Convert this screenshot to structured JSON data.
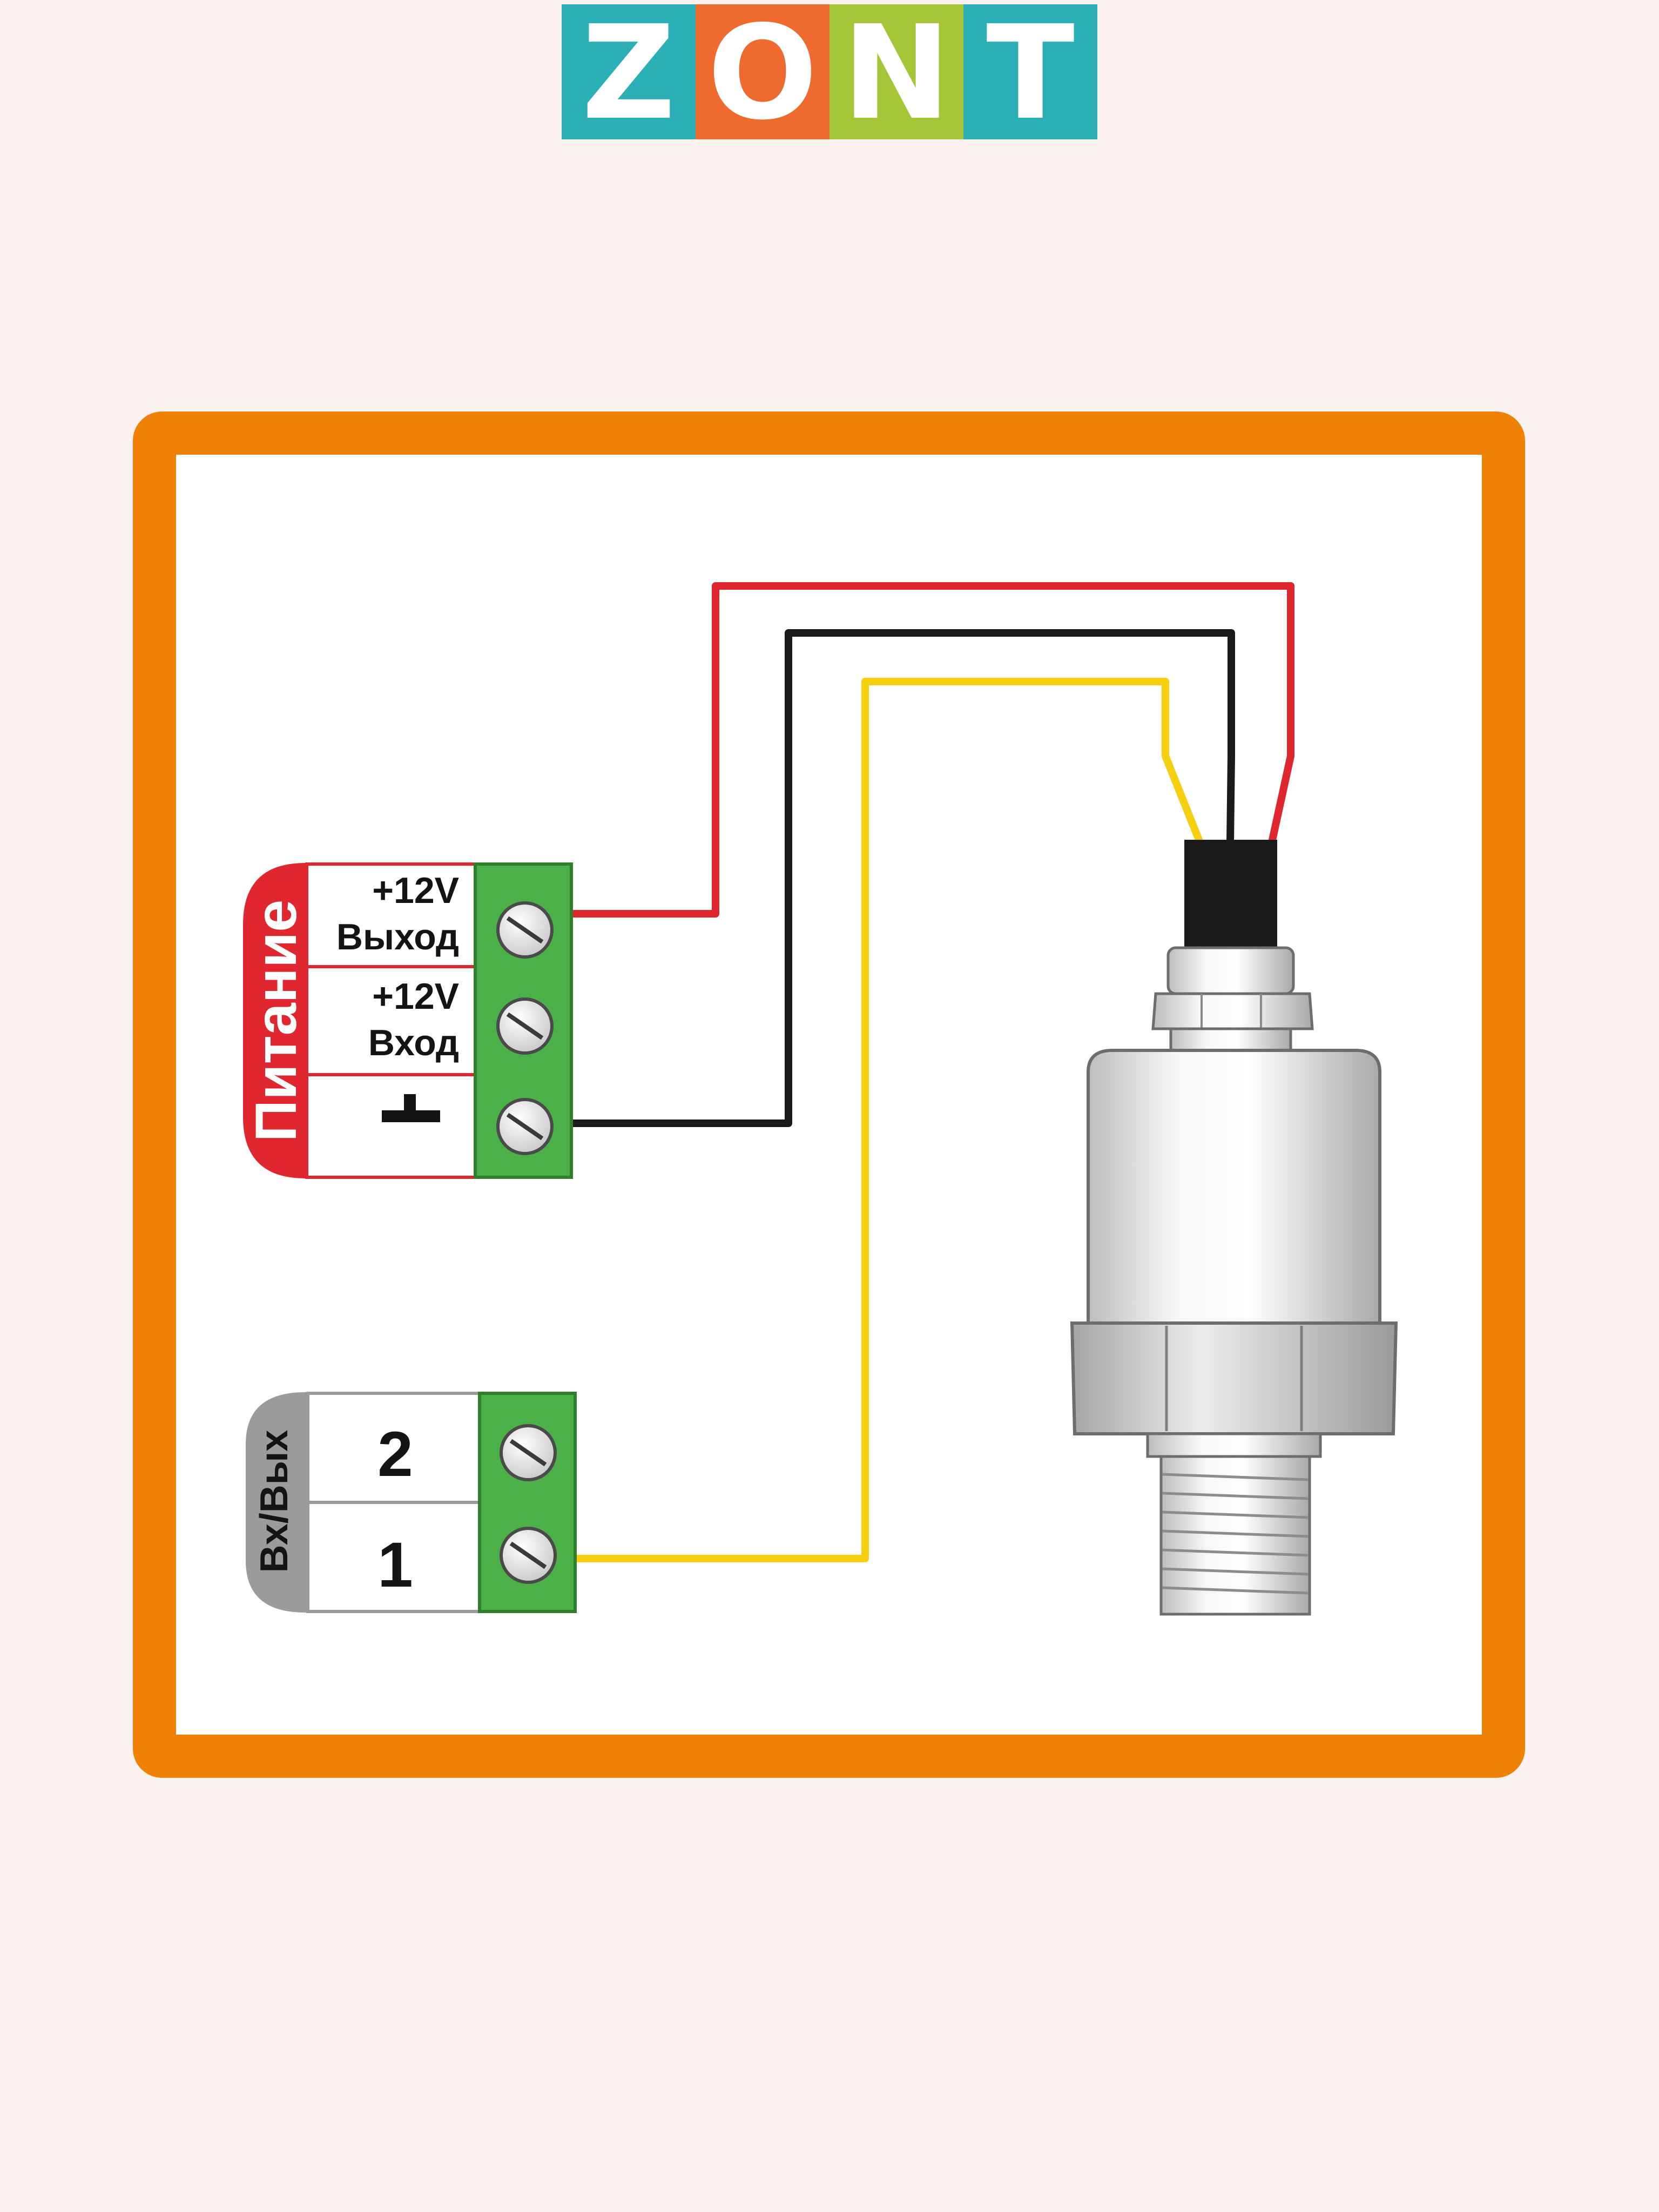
{
  "logo": {
    "text": "ZONT",
    "letters": [
      {
        "char": "Z",
        "color": "#2bb0b7"
      },
      {
        "char": "O",
        "color": "#ee6a2f"
      },
      {
        "char": "N",
        "color": "#a6c63a"
      },
      {
        "char": "T",
        "color": "#2bb0b7"
      }
    ]
  },
  "colors": {
    "frame": "#f08107",
    "wire_red": "#e0272f",
    "wire_black": "#1b1b1b",
    "wire_yellow": "#f5cf10",
    "terminal_green": "#4cb049",
    "power_tab": "#e0272f",
    "io_tab": "#9b9b9b"
  },
  "power_block": {
    "title": "Питание",
    "rows": [
      {
        "line1": "+12V",
        "line2": "Выход"
      },
      {
        "line1": "+12V",
        "line2": "Вход"
      },
      {
        "symbol": "ground-icon"
      }
    ]
  },
  "io_block": {
    "title": "Вх/Вых",
    "rows": [
      {
        "label": "2"
      },
      {
        "label": "1"
      }
    ]
  },
  "sensor": {
    "icon": "pressure-sensor-icon"
  }
}
